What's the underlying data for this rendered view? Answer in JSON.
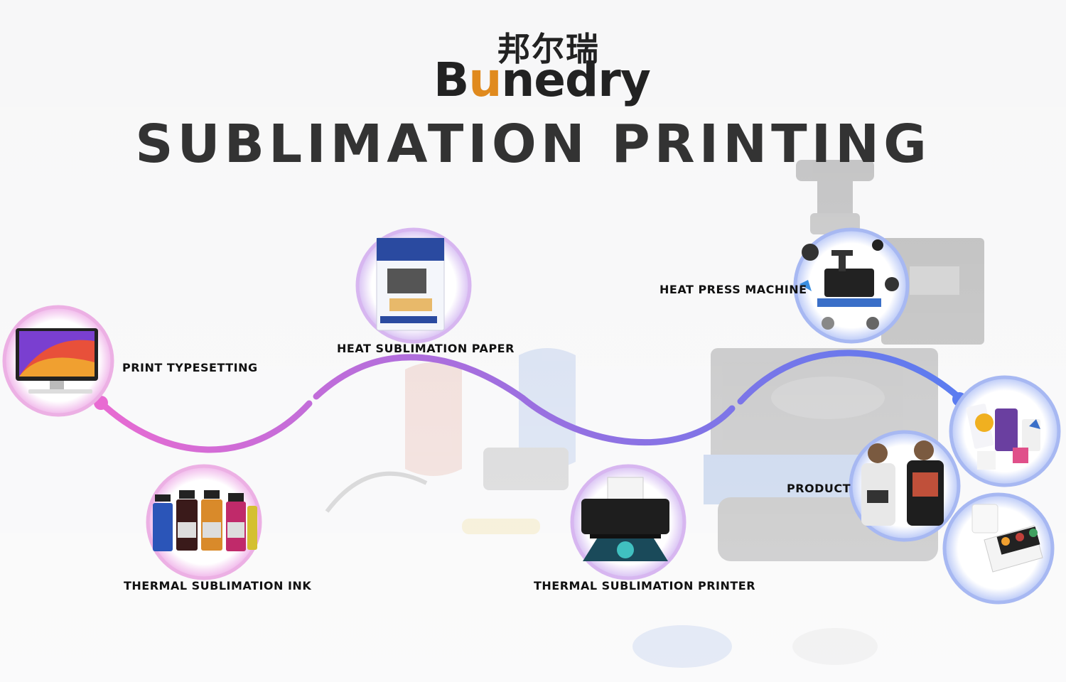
{
  "brand": {
    "name_cn": "邦尔瑞",
    "name_en_b": "B",
    "name_en_u": "u",
    "name_en_rest": "nedry",
    "accent_color": "#e08a1e"
  },
  "title": "SUBLIMATION PRINTING",
  "steps": [
    {
      "id": "print-typesetting",
      "label": "PRINT TYPESETTING",
      "icon": "monitor-icon"
    },
    {
      "id": "thermal-sublimation-ink",
      "label": "THERMAL SUBLIMATION INK",
      "icon": "ink-bottles-icon"
    },
    {
      "id": "heat-sublimation-paper",
      "label": "HEAT SUBLIMATION PAPER",
      "icon": "paper-pack-icon"
    },
    {
      "id": "thermal-sublimation-printer",
      "label": "THERMAL SUBLIMATION PRINTER",
      "icon": "printer-icon"
    },
    {
      "id": "heat-press-machine",
      "label": "HEAT PRESS MACHINE",
      "icon": "heat-press-icon"
    },
    {
      "id": "product",
      "label": "PRODUCT",
      "icon": "tshirt-icon"
    }
  ],
  "product_images": [
    "stickers-icon",
    "tshirt-icon",
    "mug-icon"
  ],
  "colors": {
    "flow_start": "#e86bd2",
    "flow_mid": "#9b6fe0",
    "flow_end": "#5b7cf0"
  }
}
